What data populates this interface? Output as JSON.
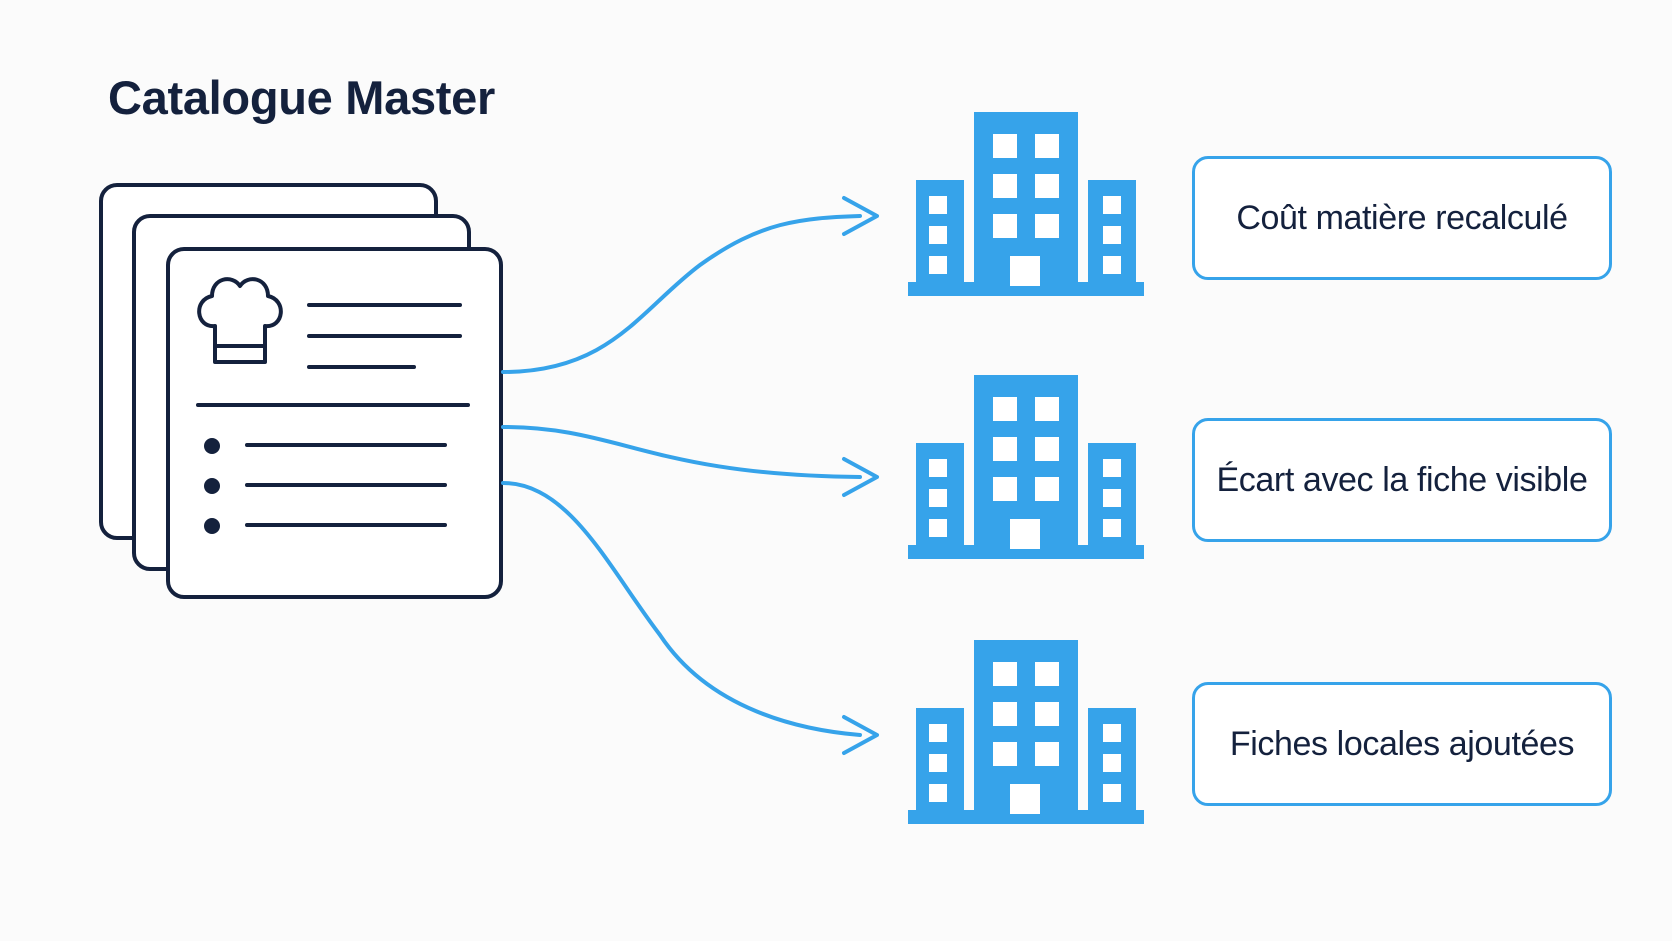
{
  "title": "Catalogue Master",
  "source_icon": "recipe-card-stack-icon",
  "destination_icon": "building-icon",
  "results": [
    {
      "label": "Coût matière recalculé"
    },
    {
      "label": "Écart avec la fiche visible"
    },
    {
      "label": "Fiches locales ajoutées"
    }
  ],
  "colors": {
    "navy": "#14213d",
    "blue": "#36a3ea",
    "background": "#fbfbfb"
  }
}
